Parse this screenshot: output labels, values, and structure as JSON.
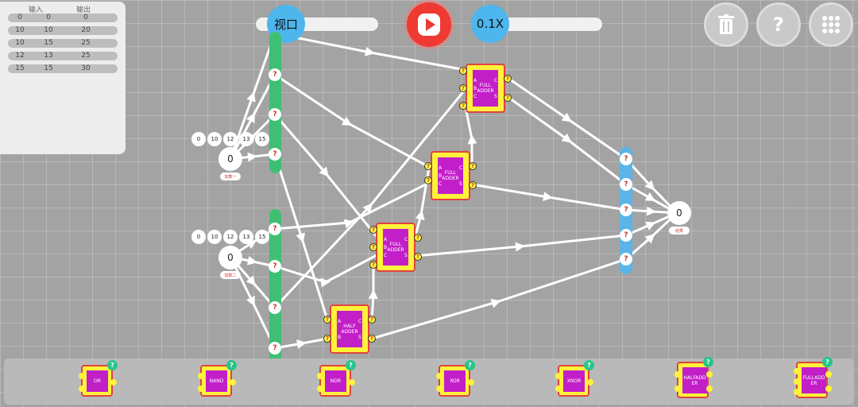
{
  "truth_table": {
    "headers": [
      "输入",
      "输出"
    ],
    "rows": [
      [
        "0",
        "0",
        "0"
      ],
      [
        "10",
        "10",
        "20"
      ],
      [
        "10",
        "15",
        "25"
      ],
      [
        "12",
        "13",
        "25"
      ],
      [
        "15",
        "15",
        "30"
      ]
    ]
  },
  "toolbar": {
    "viewport_label": "视口",
    "speed_label": "0.1X"
  },
  "icons": {
    "play": "play-icon",
    "delete": "trash-icon",
    "help": "question-icon",
    "menu": "grid-icon"
  },
  "colors": {
    "input_bus": "#3fbf73",
    "output_bus": "#5ab4e8",
    "gate_body": "#fff23a",
    "gate_inner": "#c21fc9",
    "play": "#ee3a33"
  },
  "inputs": [
    {
      "value": "0",
      "label": "加数一",
      "choices": [
        "0",
        "10",
        "12",
        "13",
        "15"
      ]
    },
    {
      "value": "0",
      "label": "加数二",
      "choices": [
        "0",
        "10",
        "12",
        "13",
        "15"
      ]
    }
  ],
  "output": {
    "value": "0",
    "label": "结果"
  },
  "pin_mark": "?",
  "gates": {
    "full_adder_1": {
      "name": "FULL ADDER",
      "ins": [
        "A",
        "B",
        "C"
      ],
      "outs": [
        "C",
        "S"
      ]
    },
    "full_adder_2": {
      "name": "FULL ADDER",
      "ins": [
        "A",
        "B",
        "C"
      ],
      "outs": [
        "C",
        "S"
      ]
    },
    "full_adder_3": {
      "name": "FULL ADDER",
      "ins": [
        "A",
        "B",
        "C"
      ],
      "outs": [
        "C",
        "S"
      ]
    },
    "half_adder": {
      "name": "HALF ADDER",
      "ins": [
        "A",
        "B"
      ],
      "outs": [
        "C",
        "S"
      ]
    }
  },
  "toolbox": [
    {
      "label": "OR"
    },
    {
      "label": "NAND"
    },
    {
      "label": "NOR"
    },
    {
      "label": "XOR"
    },
    {
      "label": "XNOR"
    },
    {
      "label": "HALFADDER"
    },
    {
      "label": "FULLADDER"
    }
  ],
  "toolbox_badge": "?"
}
